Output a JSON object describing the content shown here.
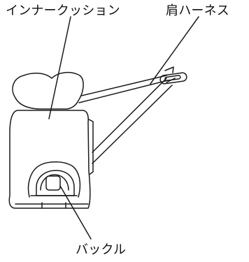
{
  "labels": {
    "inner_cushion": "インナークッション",
    "shoulder_harness": "肩ハーネス",
    "buckle": "バックル"
  },
  "colors": {
    "line": "#1a1a1a",
    "background": "#ffffff"
  }
}
